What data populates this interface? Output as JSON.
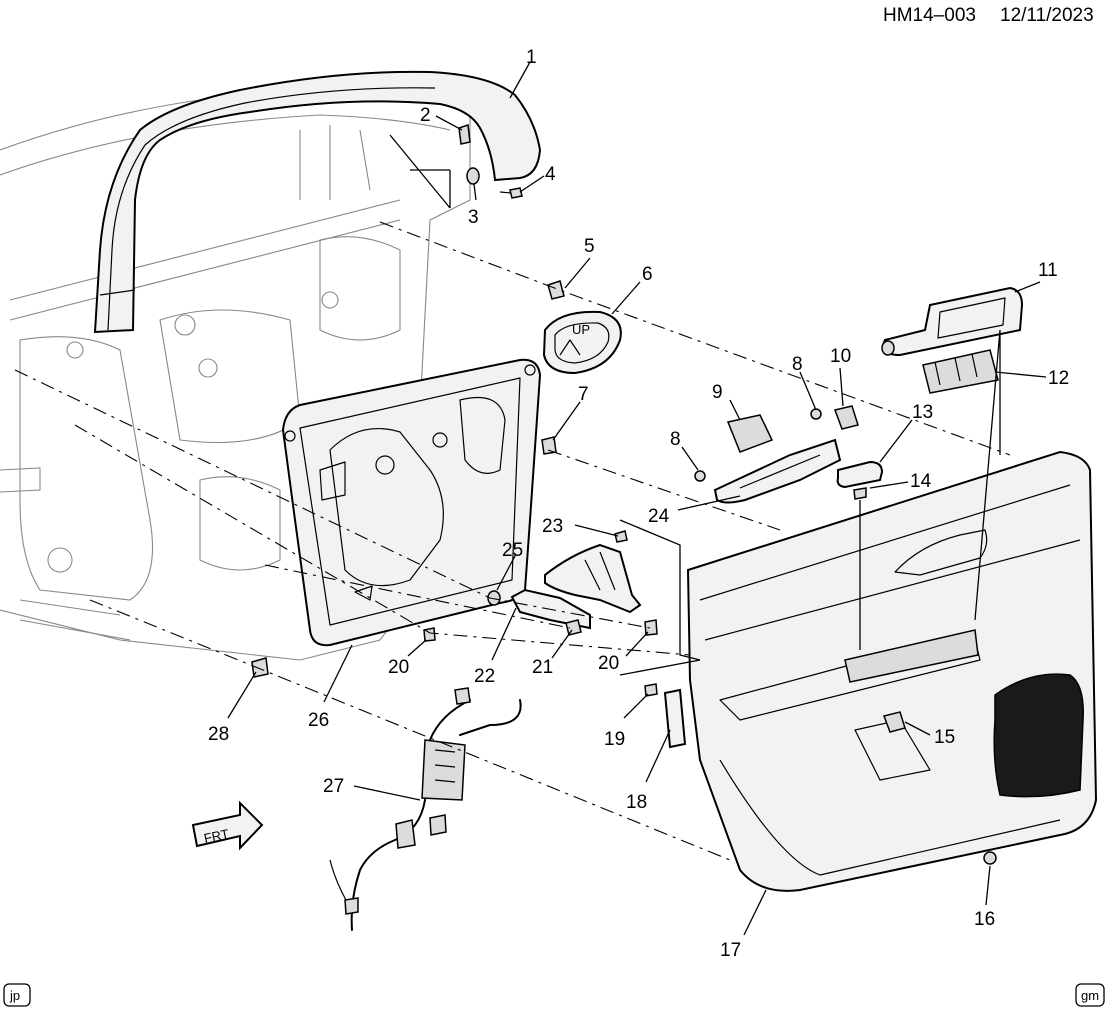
{
  "header": {
    "code": "HM14–003",
    "date": "12/11/2023"
  },
  "corner_labels": {
    "left": "jp",
    "right": "gm"
  },
  "front_arrow": {
    "label": "FRT"
  },
  "panel_marking": {
    "label": "UP"
  },
  "callouts": [
    "1",
    "2",
    "3",
    "4",
    "5",
    "6",
    "7",
    "8",
    "8",
    "9",
    "10",
    "11",
    "12",
    "13",
    "14",
    "15",
    "16",
    "17",
    "18",
    "19",
    "20",
    "20",
    "21",
    "22",
    "23",
    "24",
    "25",
    "26",
    "27",
    "28"
  ]
}
